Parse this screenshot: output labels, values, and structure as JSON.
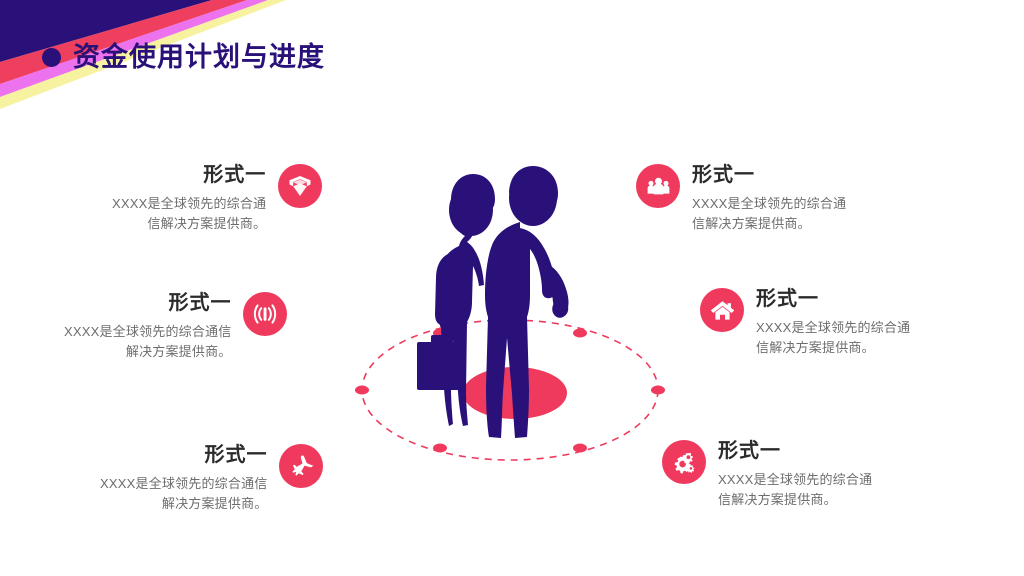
{
  "slide": {
    "title": "资金使用计划与进度",
    "bullet_icon": "bullet-dot-icon"
  },
  "theme": {
    "navy": "#2a1179",
    "accent_pink": "#ef3a5d",
    "crimson": "#ee3f5e",
    "magenta": "#ed72ee",
    "pale_yellow": "#f7f2a0",
    "title_color": "#2b2b2b",
    "body_color": "#6d6d6d",
    "background": "#ffffff"
  },
  "center": {
    "illustration": "business-people-silhouette",
    "base_ellipse_color": "#ef3a5d",
    "orbit_ring": {
      "style": "dashed",
      "color": "#ef3a5d",
      "node_count": 6
    }
  },
  "features": [
    {
      "id": "f1",
      "side": "left",
      "icon": "open-box-icon",
      "title": "形式一",
      "body": "XXXX是全球领先的综合通\n信解决方案提供商。"
    },
    {
      "id": "f2",
      "side": "left",
      "icon": "broadcast-signal-icon",
      "title": "形式一",
      "body": "XXXX是全球领先的综合通信\n解决方案提供商。"
    },
    {
      "id": "f3",
      "side": "left",
      "icon": "airplane-icon",
      "title": "形式一",
      "body": "XXXX是全球领先的综合通信\n解决方案提供商。"
    },
    {
      "id": "f4",
      "side": "right",
      "icon": "people-group-icon",
      "title": "形式一",
      "body": "XXXX是全球领先的综合通\n信解决方案提供商。"
    },
    {
      "id": "f5",
      "side": "right",
      "icon": "home-icon",
      "title": "形式一",
      "body": "XXXX是全球领先的综合通\n信解决方案提供商。"
    },
    {
      "id": "f6",
      "side": "right",
      "icon": "gears-icon",
      "title": "形式一",
      "body": "XXXX是全球领先的综合通\n信解决方案提供商。"
    }
  ]
}
